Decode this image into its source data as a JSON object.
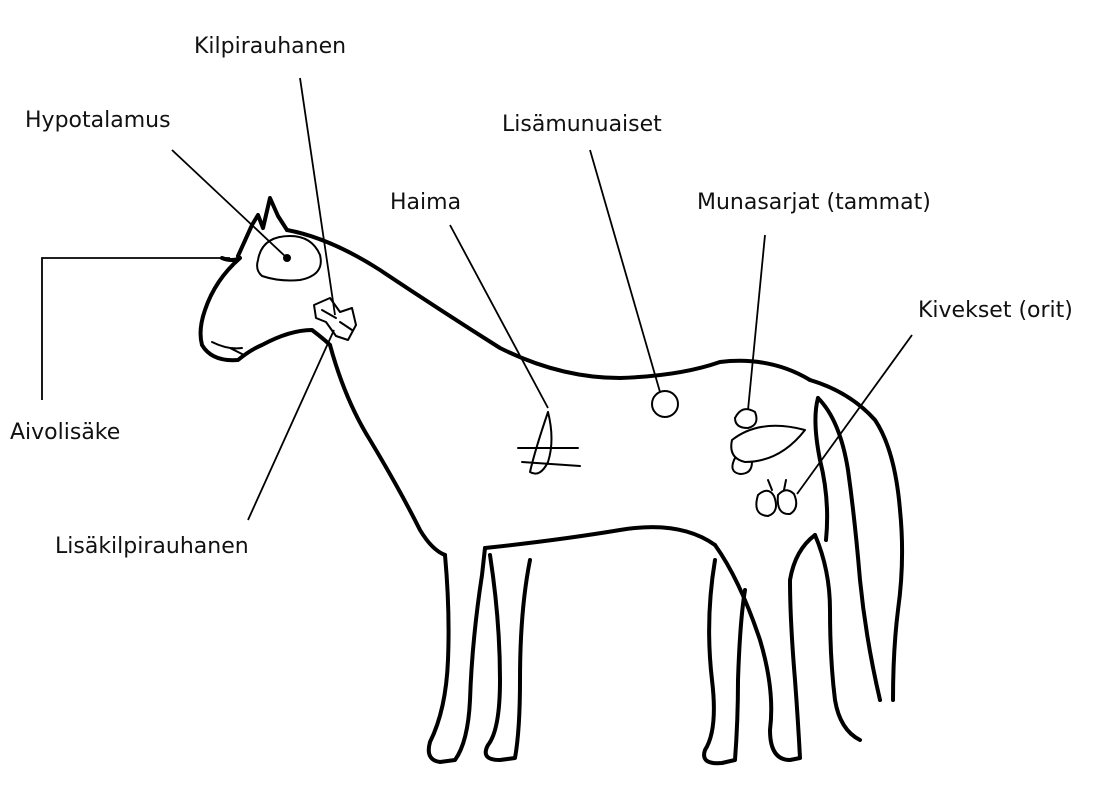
{
  "labels": {
    "kilpirauhanen": "Kilpirauhanen",
    "hypotalamus": "Hypotalamus",
    "lisamunuaiset": "Lisämunuaiset",
    "haima": "Haima",
    "munasarjat": "Munasarjat (tammat)",
    "kivekset": "Kivekset (orit)",
    "aivolisake": "Aivolisäke",
    "lisakilpirauhanen": "Lisäkilpirauhanen"
  }
}
